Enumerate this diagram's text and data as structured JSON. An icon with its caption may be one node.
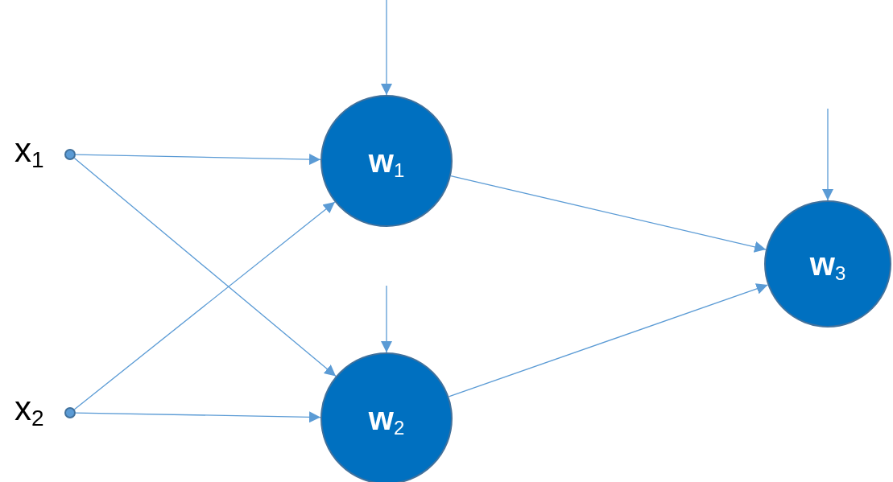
{
  "diagram": {
    "nodes": [
      {
        "text": [],
        "shape": "circle",
        "beside": [
          "x$_{1}$"
        ]
      },
      {
        "text": [],
        "shape": "circle",
        "beside": [
          "x$_{2}$"
        ]
      },
      {
        "text": [
          "w$_{1}$"
        ]
      },
      {
        "text": [
          "w$_{2}$"
        ]
      },
      {
        "text": [
          "w$_{3}$"
        ]
      }
    ],
    "edges": [
      {
        "from": 0,
        "to": 2,
        "arrow": "to"
      },
      {
        "from": 0,
        "to": 3,
        "arrow": "to"
      },
      {
        "from": 1,
        "to": 2,
        "arrow": "to"
      },
      {
        "from": 1,
        "to": 3,
        "arrow": "to"
      },
      {
        "from": 2,
        "to": 4,
        "arrow": "to"
      },
      {
        "from": 3,
        "to": 4,
        "arrow": "to"
      },
      {
        "from": null,
        "to": 2,
        "arrow": "to"
      },
      {
        "from": null,
        "to": 3,
        "arrow": "to"
      },
      {
        "from": null,
        "to": 4,
        "arrow": "to"
      }
    ]
  }
}
